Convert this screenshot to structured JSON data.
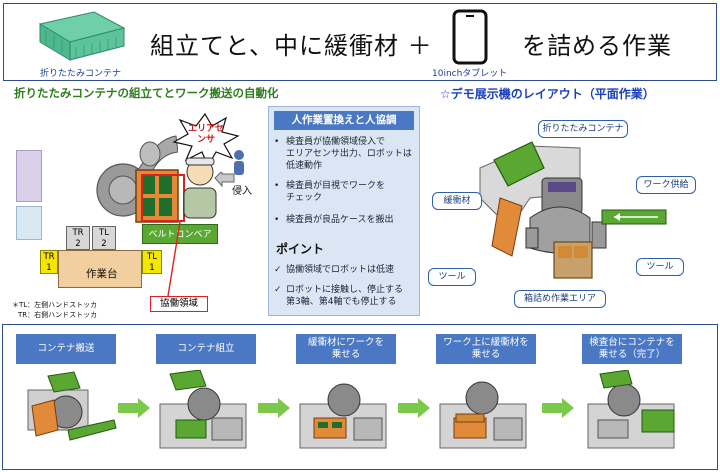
{
  "header": {
    "title_part1": "組立てと、中に緩衝材 ＋",
    "title_part2": "を詰める作業",
    "container_caption": "折りたたみコンテナ",
    "tablet_caption": "10inchタブレット"
  },
  "left_section": {
    "heading": "折りたたみコンテナの組立てとワーク搬送の自動化",
    "area_sensor_label": "エリアセンサ",
    "intrusion_label": "侵入",
    "belt_conveyor_label": "ベルトコンベア",
    "workbench_label": "作業台",
    "tr1_label": "TR\n1",
    "tr2_label": "TR\n2",
    "tl1_label": "TL\n1",
    "tl2_label": "TL\n2",
    "collab_area_label": "協働領域",
    "footnote1": "＊TL：左側ハンドストッカ",
    "footnote2": "TR：右側ハンドストッカ"
  },
  "center_panel": {
    "title": "人作業置換えと人協調",
    "bullets": [
      "検査員が協働領域侵入で\nエリアセンサ出力、ロボットは\n低速動作",
      "検査員が目視でワークを\nチェック",
      "検査員が良品ケースを搬出"
    ],
    "points_heading": "ポイント",
    "points": [
      "協働領域でロボットは低速",
      "ロボットに接触し、停止する\n第3軸、第4軸でも停止する"
    ]
  },
  "right_section": {
    "heading": "☆デモ展示機のレイアウト（平面作業）",
    "callouts": {
      "container": "折りたたみコンテナ",
      "work_supply": "ワーク供給",
      "cushion": "緩衝材",
      "tool_left": "ツール",
      "tool_right": "ツール",
      "packing_area": "箱詰め作業エリア"
    }
  },
  "steps": [
    "コンテナ搬送",
    "コンテナ組立",
    "緩衝材にワークを\n乗せる",
    "ワーク上に緩衝材を\n乗せる",
    "検査台にコンテナを\n乗せる（完了）"
  ],
  "colors": {
    "frame_blue": "#2f4b8f",
    "accent_blue": "#4a78c4",
    "green_heading": "#2f7d1f",
    "conveyor_green": "#5aa832",
    "cushion_orange": "#e08a3a",
    "tr_yellow": "#f4e600",
    "collab_red": "#e02020"
  }
}
